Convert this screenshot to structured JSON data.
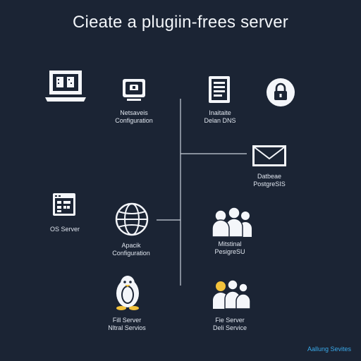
{
  "title": "Cieate a plugiin-frees server",
  "nodes": {
    "network_configuration": {
      "line1": "Netsaveis",
      "line2": "Configuration"
    },
    "install_dns": {
      "line1": "Inaitaite",
      "line2": "Delan DNS"
    },
    "database": {
      "line1": "Datbeae",
      "line2": "PostgreSIS"
    },
    "os_server": {
      "line1": "OS Server"
    },
    "apache_configuration": {
      "line1": "Apacik",
      "line2": "Configuration"
    },
    "postgresql": {
      "line1": "Mitstinal",
      "line2": "PesigreSU"
    },
    "file_server": {
      "line1": "Fill Server",
      "line2": "Nltral Servios"
    },
    "file_service": {
      "line1": "Fie Server",
      "line2": "Deli Service"
    }
  },
  "footer": "Aallung Sevites",
  "colors": {
    "background": "#1b2434",
    "icon": "#f4f6fa",
    "line": "#c9d0da",
    "footer": "#39a8e8",
    "accent_yellow": "#f3c23b"
  }
}
